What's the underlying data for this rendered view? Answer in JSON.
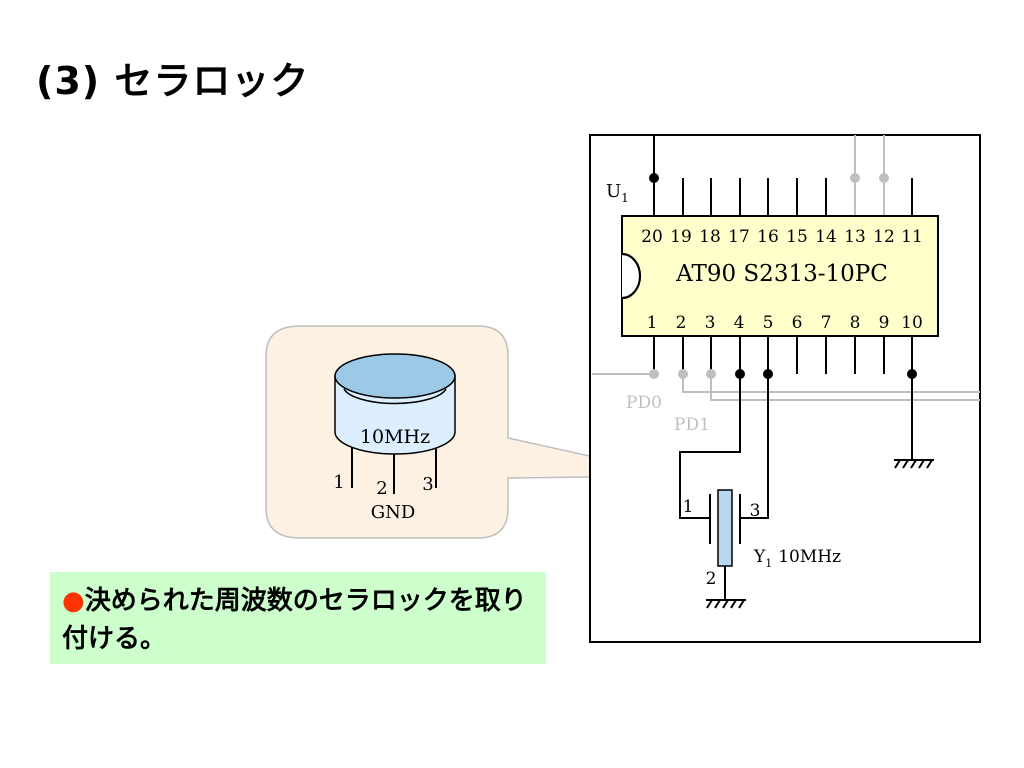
{
  "title": "(3) セラロック",
  "diagram": {
    "chip_ref_prefix": "U",
    "chip_ref_sub": "1",
    "chip_name": "AT90 S2313-10PC",
    "top_pins": [
      "20",
      "19",
      "18",
      "17",
      "16",
      "15",
      "14",
      "13",
      "12",
      "11"
    ],
    "bottom_pins": [
      "1",
      "2",
      "3",
      "4",
      "5",
      "6",
      "7",
      "8",
      "9",
      "10"
    ],
    "pd0_label": "PD0",
    "pd1_label": "PD1",
    "crystal_pin1": "1",
    "crystal_pin2": "2",
    "crystal_pin3": "3",
    "crystal_ref_prefix": "Y",
    "crystal_ref_sub": "1",
    "crystal_freq": "10MHz"
  },
  "callout": {
    "component_label": "10MHz",
    "pin1": "1",
    "pin2": "2",
    "pin3": "3",
    "gnd_label": "GND"
  },
  "note": {
    "bullet": "●",
    "text": "決められた周波数のセラロックを取り付ける。"
  },
  "colors": {
    "callout_fill": "#fdf1e4",
    "chip_fill": "#ffffcc",
    "note_fill": "#ccffcc",
    "bullet": "#ff3300",
    "component_top": "#9cc9e6",
    "gray_wire": "#bfbfbf"
  }
}
